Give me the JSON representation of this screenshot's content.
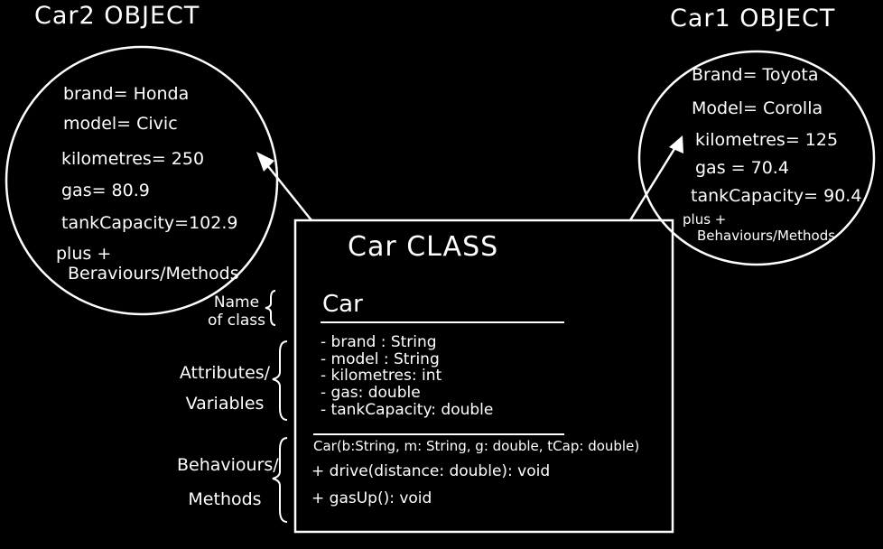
{
  "car2": {
    "title": "Car2 OBJECT",
    "attributes": [
      "brand= Honda",
      "model= Civic",
      "kilometres= 250",
      "gas= 80.9",
      "tankCapacity=102.9"
    ],
    "plus": "plus +",
    "behaviours": "Beraviours/Methods"
  },
  "car1": {
    "title": "Car1 OBJECT",
    "attributes": [
      "Brand= Toyota",
      "Model= Corolla",
      "kilometres= 125",
      "gas = 70.4",
      "tankCapacity= 90.4"
    ],
    "plus": "plus +",
    "behaviours": "Behaviours/Methods"
  },
  "class_box": {
    "title": "Car CLASS",
    "name": "Car",
    "attributes": [
      "- brand : String",
      "- model : String",
      "- kilometres: int",
      "- gas: double",
      "- tankCapacity: double"
    ],
    "methods": [
      "Car(b:String, m: String, g: double, tCap: double)",
      "+ drive(distance: double): void",
      "+ gasUp(): void"
    ]
  },
  "labels": {
    "name_of_class": [
      "Name",
      "of class"
    ],
    "attributes_variables": [
      "Attributes/",
      "Variables"
    ],
    "behaviours_methods": [
      "Behaviours/",
      "Methods"
    ]
  }
}
